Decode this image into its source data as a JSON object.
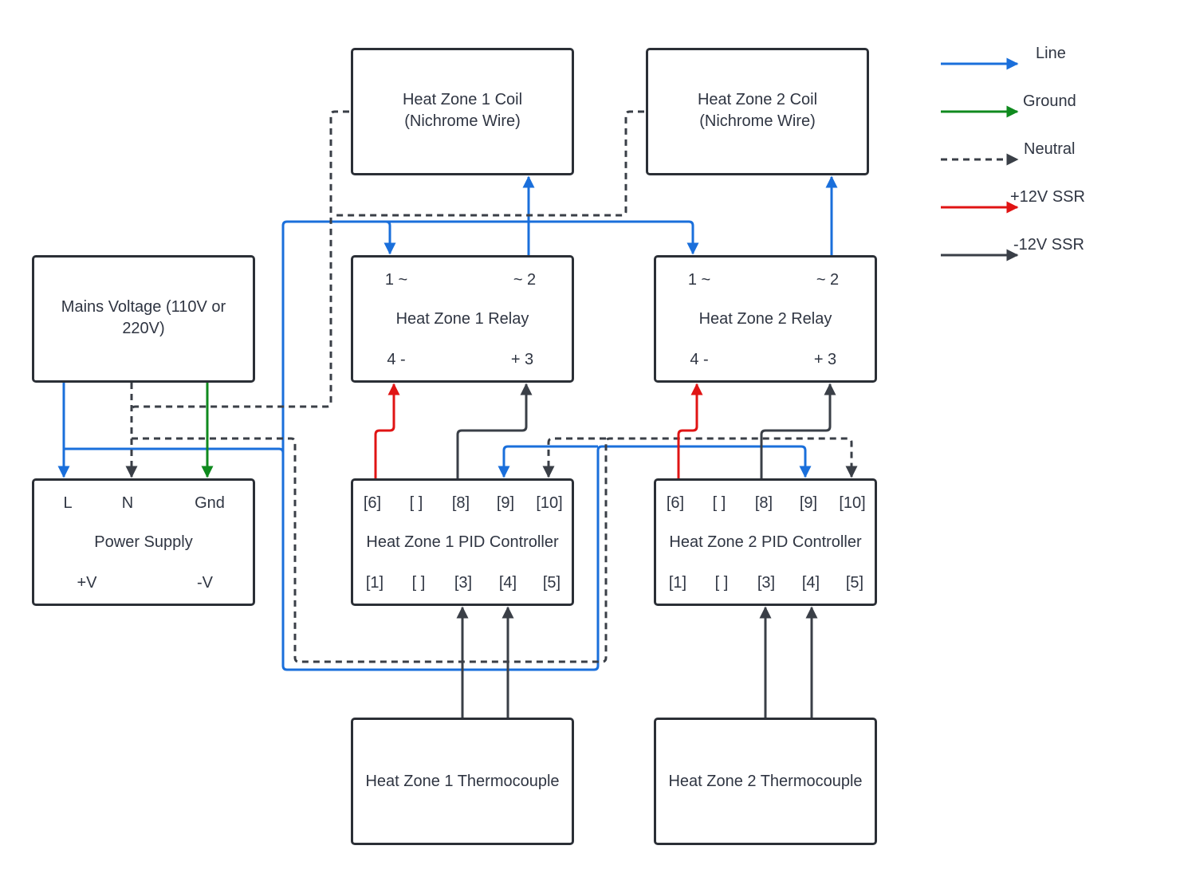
{
  "colors": {
    "line": "#1a6fdb",
    "ground": "#0f8a1e",
    "neutral": "#3a3f47",
    "pos12": "#e01414",
    "neg12": "#3a3f47",
    "box_border": "#2b2f36"
  },
  "legend": {
    "line": "Line",
    "ground": "Ground",
    "neutral": "Neutral",
    "pos12": "+12V SSR",
    "neg12": "-12V SSR"
  },
  "coil1": {
    "line1": "Heat Zone 1 Coil",
    "line2": "(Nichrome Wire)"
  },
  "coil2": {
    "line1": "Heat Zone 2 Coil",
    "line2": "(Nichrome Wire)"
  },
  "mains": {
    "line1": "Mains Voltage (110V or",
    "line2": "220V)"
  },
  "relay1": {
    "title": "Heat Zone 1 Relay",
    "t1": "1 ~",
    "t2": "~ 2",
    "t4": "4 -",
    "t3": "+ 3"
  },
  "relay2": {
    "title": "Heat Zone 2 Relay",
    "t1": "1 ~",
    "t2": "~ 2",
    "t4": "4 -",
    "t3": "+ 3"
  },
  "psu": {
    "title": "Power Supply",
    "l": "L",
    "n": "N",
    "gnd": "Gnd",
    "pv": "+V",
    "nv": "-V"
  },
  "pid1": {
    "title": "Heat Zone 1 PID Controller",
    "top": [
      "[6]",
      "[ ]",
      "[8]",
      "[9]",
      "[10]"
    ],
    "bottom": [
      "[1]",
      "[ ]",
      "[3]",
      "[4]",
      "[5]"
    ]
  },
  "pid2": {
    "title": "Heat Zone 2 PID Controller",
    "top": [
      "[6]",
      "[ ]",
      "[8]",
      "[9]",
      "[10]"
    ],
    "bottom": [
      "[1]",
      "[ ]",
      "[3]",
      "[4]",
      "[5]"
    ]
  },
  "tc1": {
    "title": "Heat Zone 1 Thermocouple"
  },
  "tc2": {
    "title": "Heat Zone 2 Thermocouple"
  }
}
